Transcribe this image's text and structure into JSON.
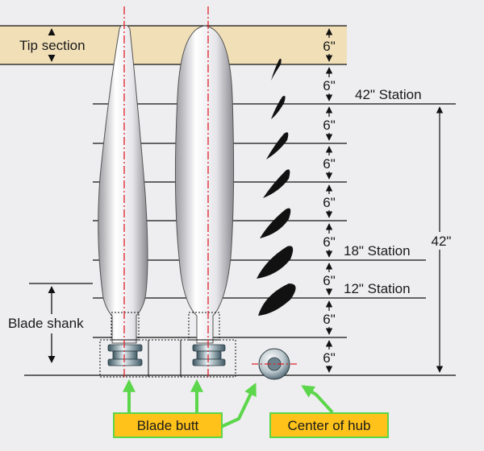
{
  "labels": {
    "tip_section": "Tip section",
    "blade_shank": "Blade shank",
    "station_42": "42\" Station",
    "station_18": "18\" Station",
    "station_12": "12\" Station",
    "overall": "42\"",
    "blade_butt": "Blade butt",
    "center_of_hub": "Center of hub"
  },
  "segment_dimensions": [
    "6\"",
    "6\"",
    "6\"",
    "6\"",
    "6\"",
    "6\"",
    "6\"",
    "6\"",
    "6\""
  ],
  "colors": {
    "tip_band": "#f1dfb8",
    "background": "#eeeef0",
    "centerline": "#e0202a",
    "callout_arrow": "#5cd64a",
    "callout_fill": "#ffc21a",
    "callout_border": "#5cd64a"
  }
}
